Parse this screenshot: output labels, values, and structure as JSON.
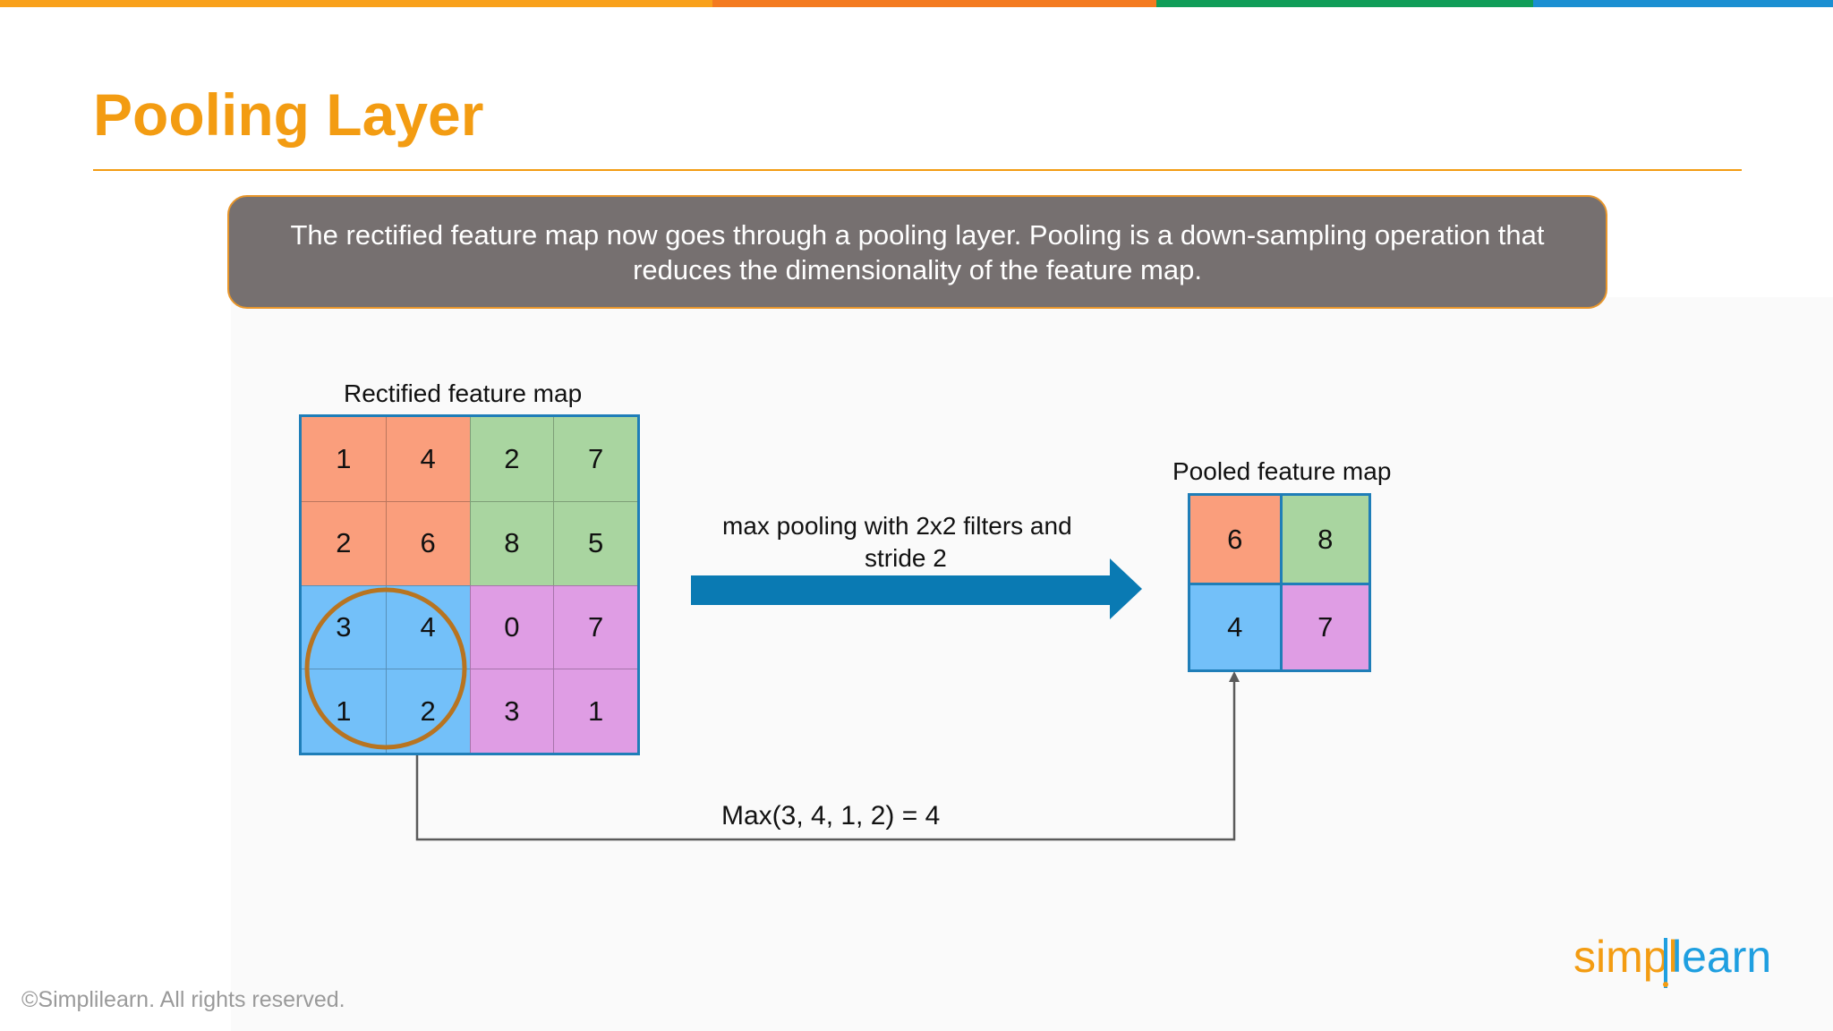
{
  "slide": {
    "title": "Pooling Layer",
    "callout": "The rectified feature map now goes through a pooling layer. Pooling is a down-sampling operation that reduces the dimensionality of the feature map.",
    "copyright": "©Simplilearn. All rights reserved.",
    "logo_text_left": "simpl",
    "logo_text_right": "learn"
  },
  "colors": {
    "title": "#f39c12",
    "bar": [
      "#f9a11b",
      "#f47b20",
      "#109d58",
      "#1b8fd2"
    ],
    "callout_bg": "#767070",
    "callout_border": "#e8962b",
    "orange_cell": "#fa9e7c",
    "green_cell": "#a9d5a0",
    "blue_cell": "#73c0f9",
    "purple_cell": "#df9de4",
    "grid_border": "#1f7eb8",
    "arrow": "#0a7ab3",
    "circle": "#b87420",
    "connector": "#5a5a5a",
    "copyright": "#9a9a9a",
    "logo_orange": "#f39c12",
    "logo_blue": "#1f9fe0"
  },
  "diagram": {
    "rectified_label": "Rectified feature map",
    "pooled_label": "Pooled feature map",
    "operation_label_line1": "max pooling with 2x2 filters and",
    "operation_label_line2": "stride 2",
    "max_label": "Max(3, 4, 1, 2) = 4",
    "rectified": [
      [
        "1",
        "4",
        "2",
        "7"
      ],
      [
        "2",
        "6",
        "8",
        "5"
      ],
      [
        "3",
        "4",
        "0",
        "7"
      ],
      [
        "1",
        "2",
        "3",
        "1"
      ]
    ],
    "rectified_quadrants": [
      [
        "orange",
        "orange",
        "green",
        "green"
      ],
      [
        "orange",
        "orange",
        "green",
        "green"
      ],
      [
        "blue",
        "blue",
        "purple",
        "purple"
      ],
      [
        "blue",
        "blue",
        "purple",
        "purple"
      ]
    ],
    "pooled": [
      [
        "6",
        "8"
      ],
      [
        "4",
        "7"
      ]
    ],
    "pooled_quadrants": [
      [
        "orange",
        "green"
      ],
      [
        "blue",
        "purple"
      ]
    ],
    "highlighted_window": "bottom-left 2x2 (3, 4, 1, 2)"
  }
}
